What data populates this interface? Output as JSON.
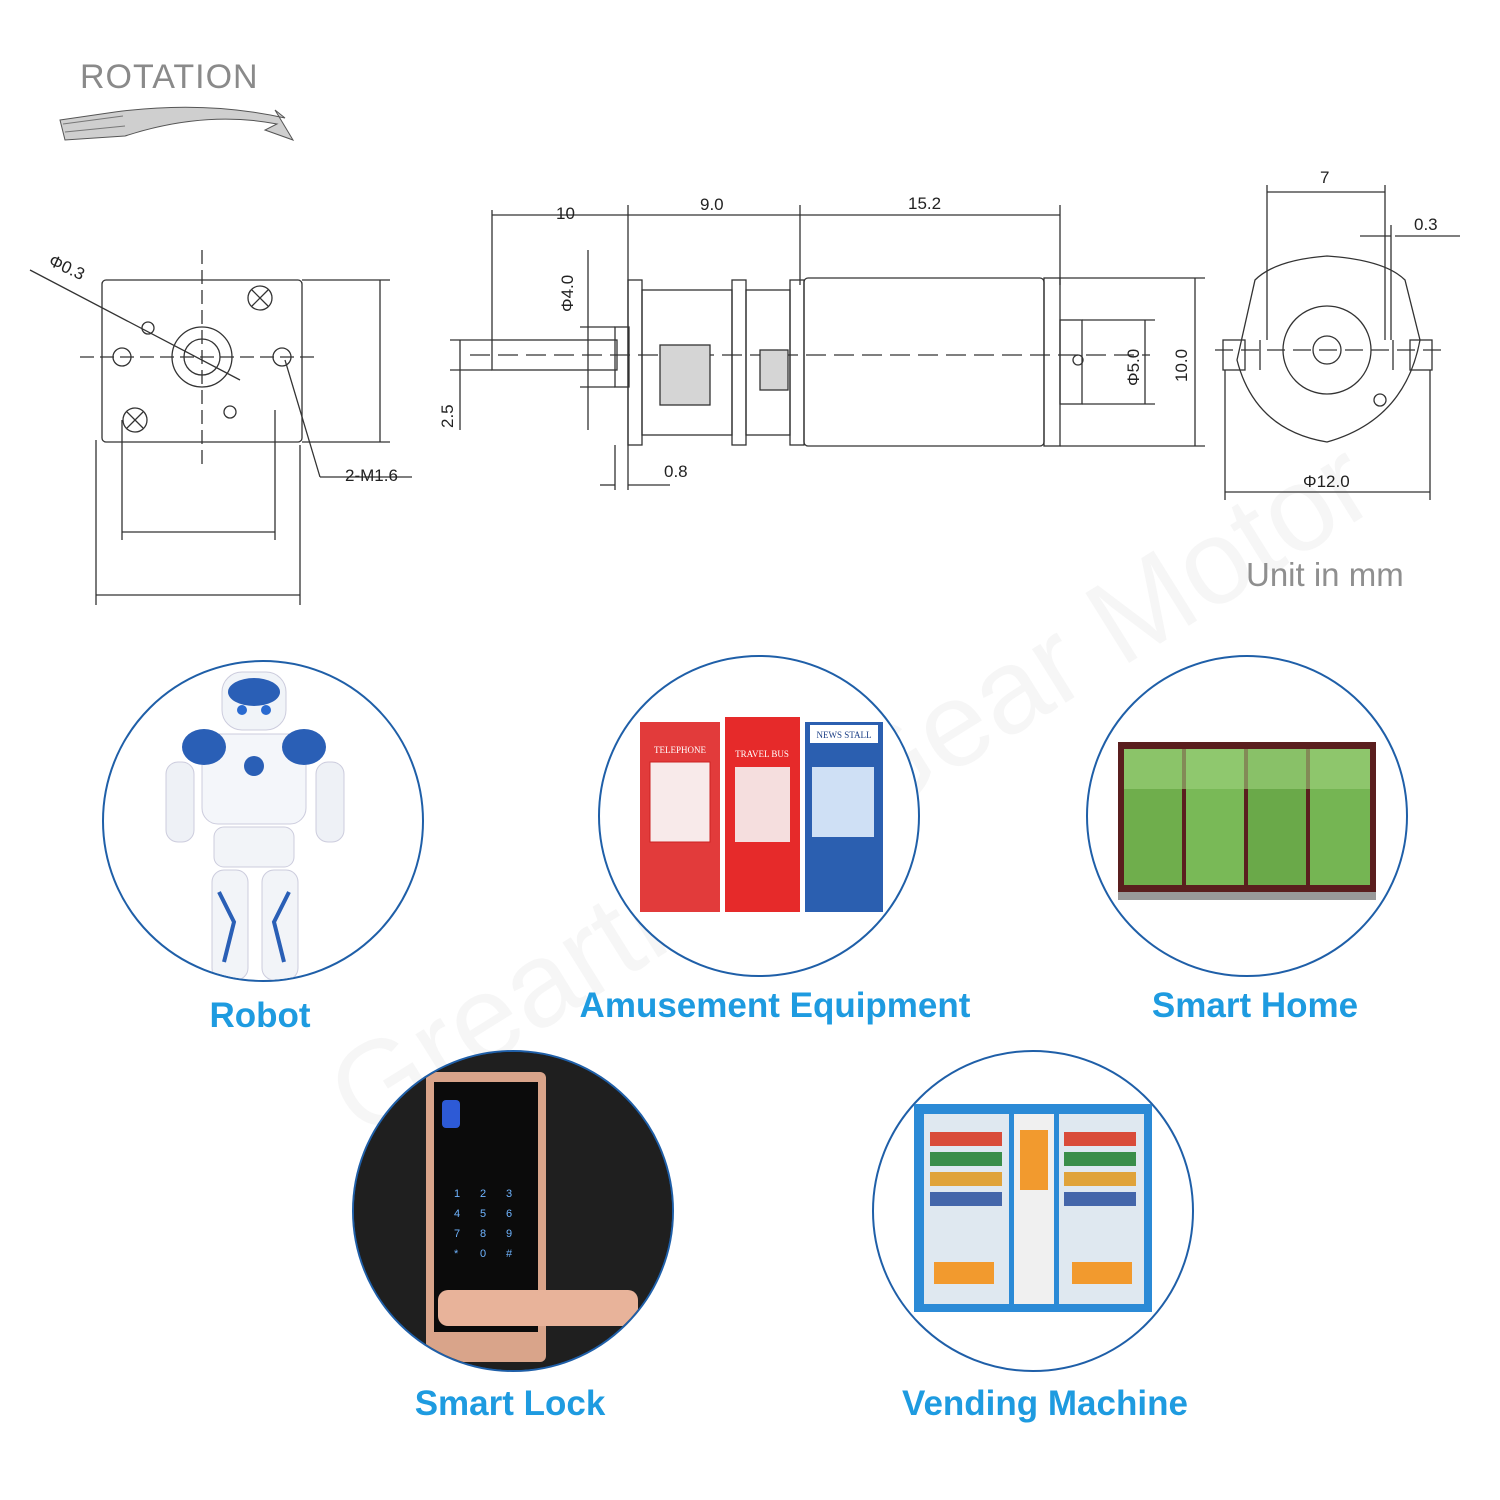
{
  "drawing": {
    "rotation_label": "ROTATION",
    "unit_label": "Unit in mm",
    "dimensions": {
      "phi03": "Φ0.3",
      "m16": "2-M1.6",
      "d10": "10",
      "d90": "9.0",
      "d152": "15.2",
      "phi40": "Φ4.0",
      "d25": "2.5",
      "d08": "0.8",
      "phi50": "Φ5.0",
      "d100": "10.0",
      "d7": "7",
      "d03": "0.3",
      "phi120": "Φ12.0"
    }
  },
  "watermark": "Greartisan Gear Motor",
  "applications": [
    {
      "label": "Robot"
    },
    {
      "label": "Amusement Equipment"
    },
    {
      "label": "Smart Home"
    },
    {
      "label": "Smart Lock"
    },
    {
      "label": "Vending Machine"
    }
  ],
  "images": {
    "arcade": {
      "signs": [
        "TELEPHONE",
        "TRAVEL BUS",
        "NEWS STALL"
      ]
    },
    "keypad": {
      "keys": [
        "1",
        "2",
        "3",
        "4",
        "5",
        "6",
        "7",
        "8",
        "9",
        "*",
        "0",
        "#"
      ]
    }
  },
  "colors": {
    "label_blue": "#1e9be0",
    "circle_border": "#1f5fa8"
  }
}
